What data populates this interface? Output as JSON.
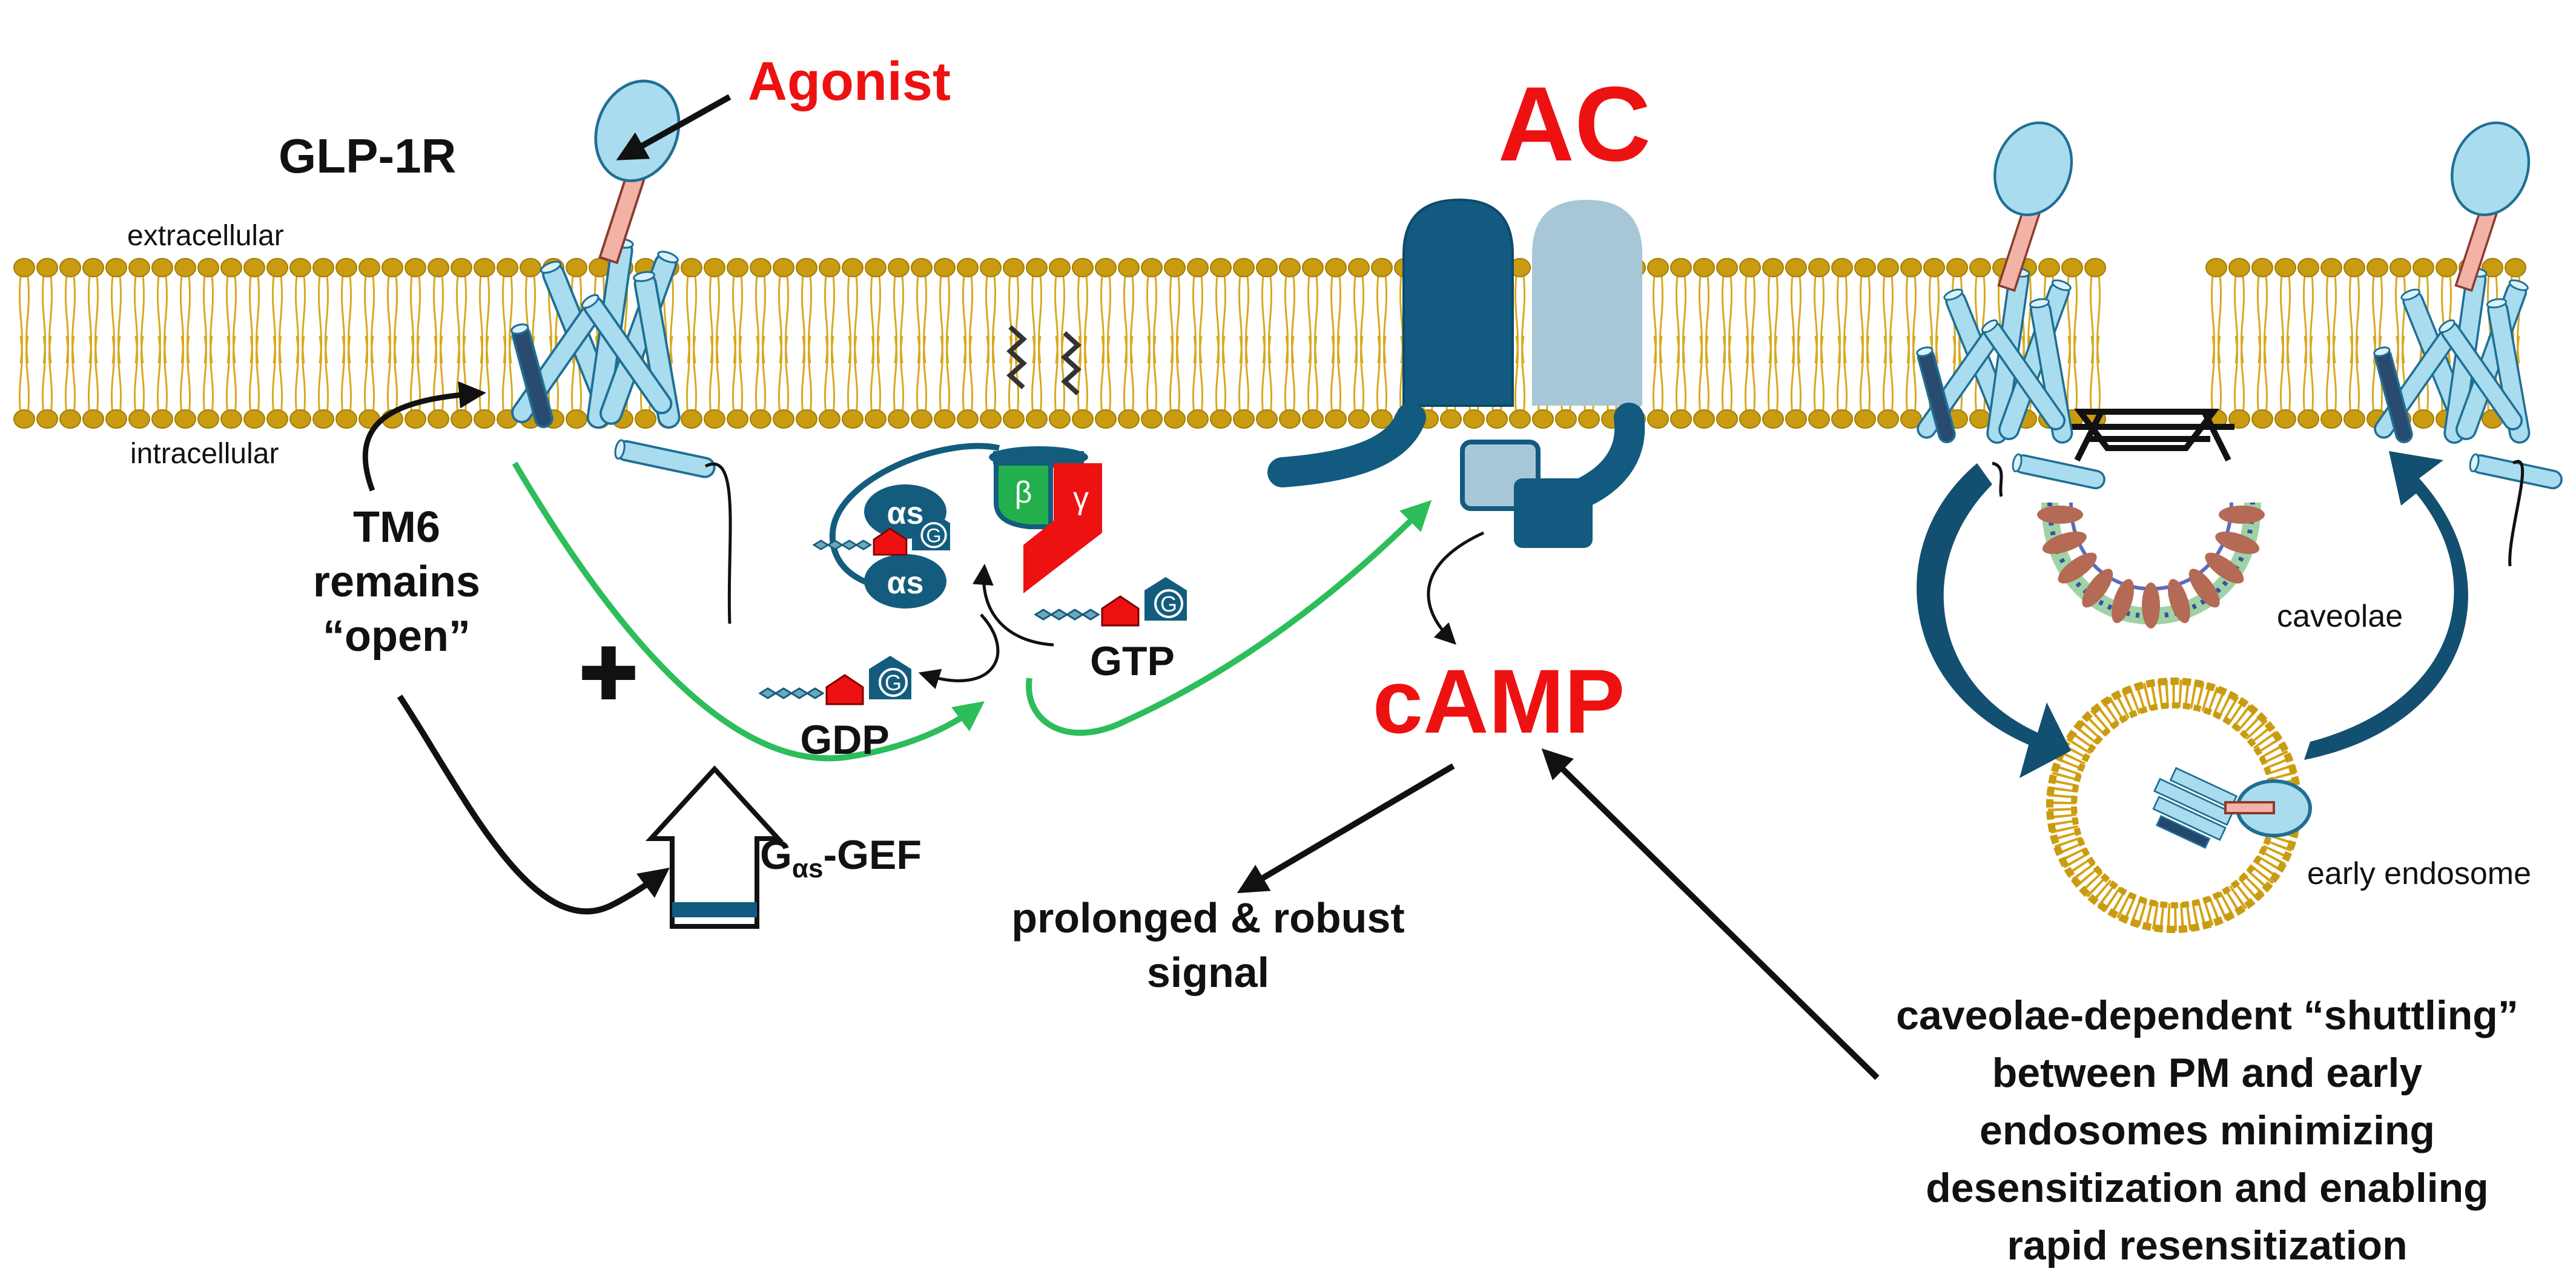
{
  "labels": {
    "agonist": "Agonist",
    "glp1r": "GLP-1R",
    "extracellular": "extracellular",
    "intracellular": "intracellular",
    "tm6_line1": "TM6",
    "tm6_line2": "remains",
    "tm6_line3": "“open”",
    "ac": "AC",
    "camp": "cAMP",
    "gdp": "GDP",
    "gtp": "GTP",
    "gef_g": "G",
    "gef_sub": "αs",
    "gef_rest": "-GEF",
    "alpha_s": "αs",
    "beta": "β",
    "gamma": "γ",
    "g_letter": "G",
    "plus": "✚",
    "signal_line1": "prolonged & robust",
    "signal_line2": "signal",
    "caveolae": "caveolae",
    "early_endosome": "early endosome",
    "shuttle_line1": "caveolae-dependent  “shuttling”",
    "shuttle_line2": "between PM and early",
    "shuttle_line3": "endosomes minimizing",
    "shuttle_line4": "desensitization and enabling",
    "shuttle_line5": "rapid resensitization"
  },
  "colors": {
    "lipid_head": "#c99b10",
    "lipid_tail": "#d8a920",
    "receptor_fill": "#a9dcef",
    "receptor_stroke": "#1f6f94",
    "agonist_fill": "#f3b2a6",
    "ac_dark": "#125a80",
    "ac_light": "#a7c7d6",
    "g_protein": "#135c7e",
    "beta_green": "#23b04c",
    "gamma_red": "#ee1111",
    "activation_arrow": "#2dbd5a",
    "title_red": "#ee1111",
    "caveolae_coat": "#1b2a6b",
    "caveolin": "#b46a55"
  }
}
